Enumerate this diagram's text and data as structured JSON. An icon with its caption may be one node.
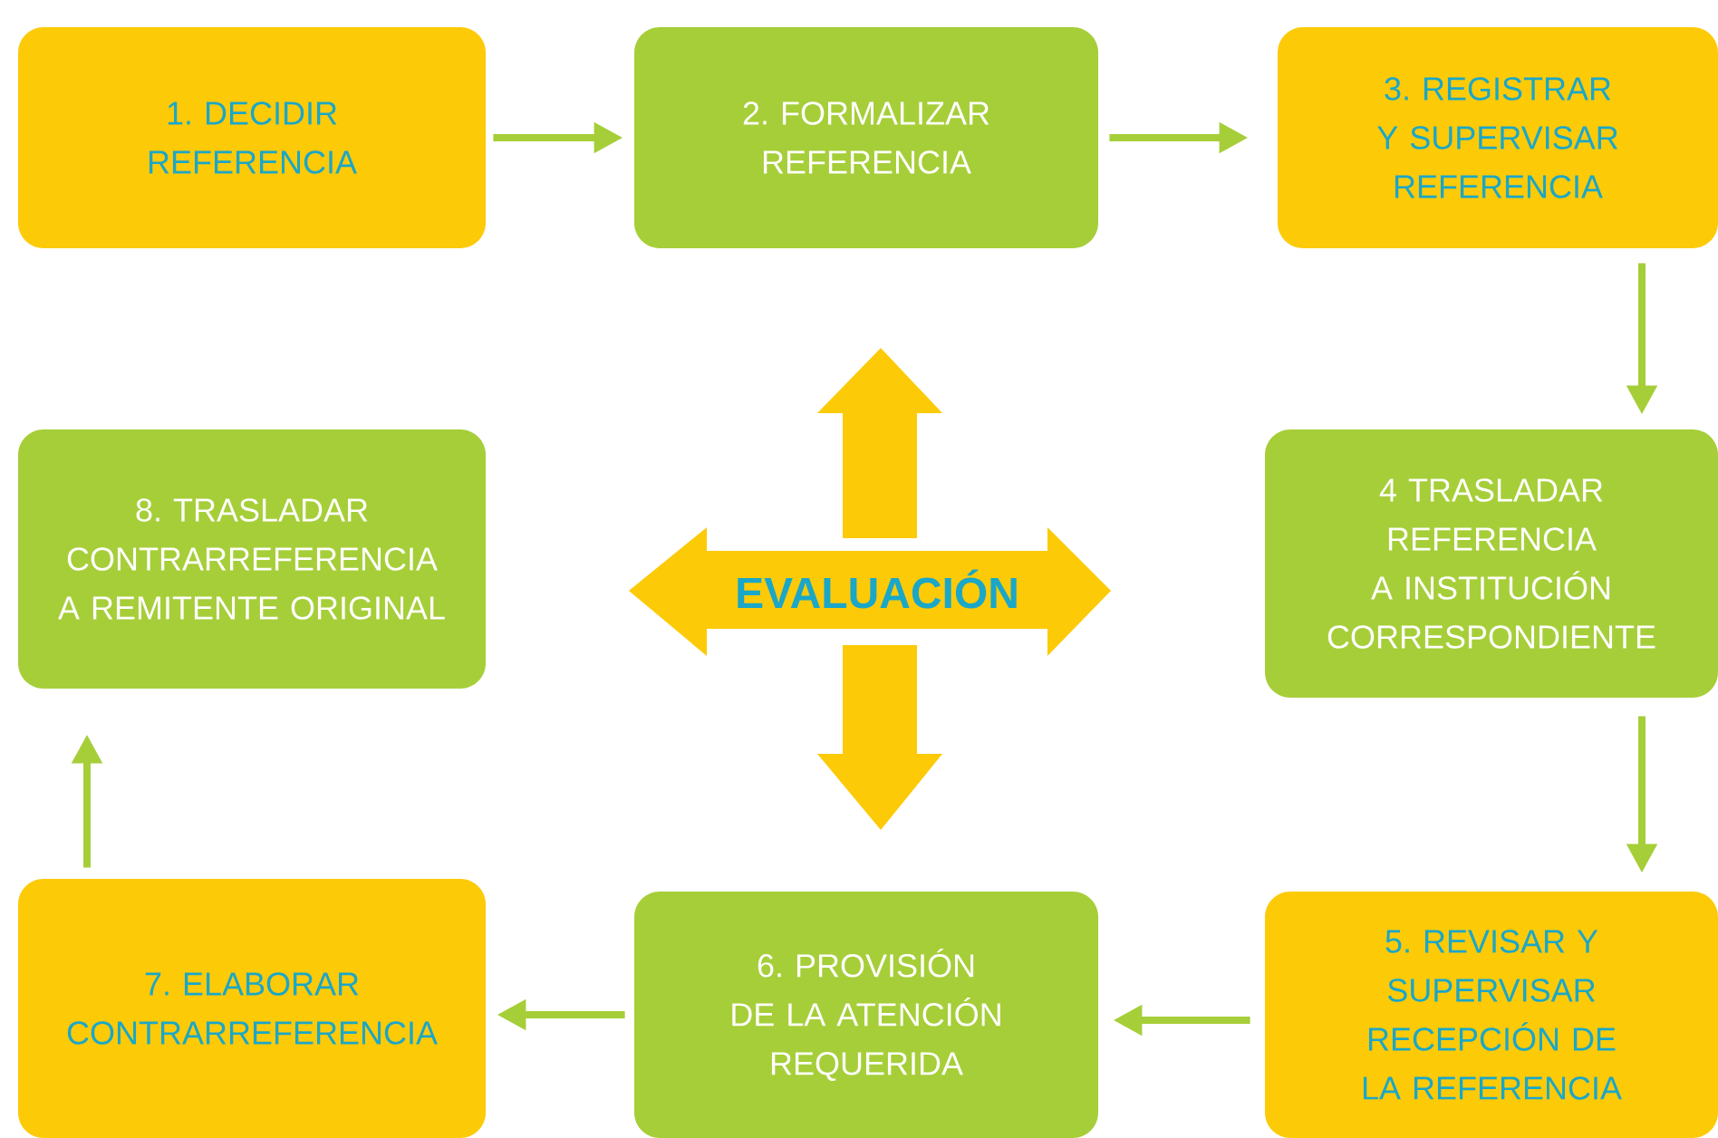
{
  "diagram": {
    "nodes": [
      {
        "text": [
          "1. DECIDIR REFERENCIA"
        ]
      },
      {
        "text": [
          "2. FORMALIZAR REFERENCIA"
        ]
      },
      {
        "text": [
          "3. REGISTRAR Y SUPERVISAR REFERENCIA"
        ]
      },
      {
        "text": [
          "4 TRASLADAR REFERENCIA A INSTITUCIÓN CORRESPONDIENTE"
        ]
      },
      {
        "text": [
          "5. REVISAR Y SUPERVISAR RECEPCIÓN DE LA REFERENCIA"
        ]
      },
      {
        "text": [
          "6. PROVISIÓN DE LA ATENCIÓN REQUERIDA"
        ]
      },
      {
        "text": [
          "7. ELABORAR CONTRARREFERENCIA"
        ]
      },
      {
        "text": [
          "8. TRASLADAR CONTRARREFERENCIA A REMITENTE ORIGINAL"
        ]
      },
      {
        "text": [
          "EVALUACIÓN"
        ]
      }
    ],
    "edges": [
      {
        "from": 0,
        "to": 1,
        "arrow": "to"
      },
      {
        "from": 1,
        "to": 2,
        "arrow": "to"
      },
      {
        "from": 2,
        "to": 3,
        "arrow": "to"
      },
      {
        "from": 3,
        "to": 4,
        "arrow": "to"
      },
      {
        "from": 4,
        "to": 5,
        "arrow": "to"
      },
      {
        "from": 5,
        "to": 6,
        "arrow": "to"
      },
      {
        "from": 6,
        "to": 7,
        "arrow": "to"
      }
    ]
  }
}
